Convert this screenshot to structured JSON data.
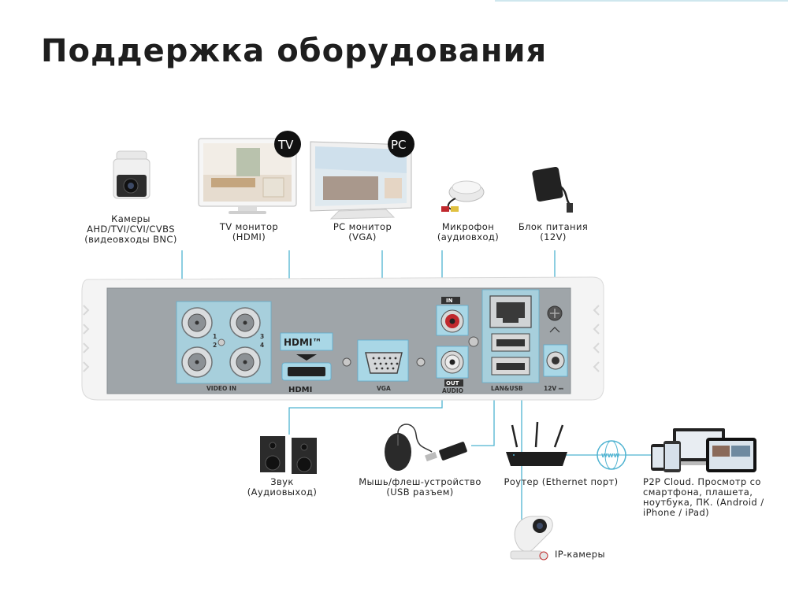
{
  "title": "Поддержка оборудования",
  "badges": {
    "tv": "TV",
    "pc": "PC"
  },
  "devices": {
    "cameras": [
      "Камеры",
      "AHD/TVI/CVI/CVBS",
      "(видеовходы BNC)"
    ],
    "tv_monitor": [
      "TV монитор",
      "(HDMI)"
    ],
    "pc_monitor": [
      "PC монитор",
      "(VGA)"
    ],
    "microphone": [
      "Микрофон",
      "(аудиовход)"
    ],
    "power": [
      "Блок питания",
      "(12V)"
    ],
    "sound": [
      "Звук",
      "(Аудиовыход)"
    ],
    "mouse": [
      "Мышь/флеш-устройство",
      "(USB разъем)"
    ],
    "router": [
      "Роутер (Ethernet порт)"
    ],
    "cloud": [
      "P2P Cloud. Просмотр со",
      "смартфона, плашета,",
      "ноутбука, ПК. (Android /",
      "iPhone / iPad)"
    ],
    "ip_cameras": [
      "IP-камеры"
    ]
  },
  "panel_labels": {
    "video_in": "VIDEO IN",
    "hdmi_top": "HDMI™",
    "hdmi_bottom": "HDMI",
    "vga": "VGA",
    "audio": "AUDIO",
    "in": "IN",
    "out": "OUT",
    "lan_usb": "LAN&USB",
    "power": "12V ⎓",
    "ch1": "1",
    "ch2": "2",
    "ch3": "3",
    "ch4": "4"
  },
  "cloud_icon_text": "WWW",
  "colors": {
    "accent": "#4fb3d1",
    "highlight": "#a9d7e6",
    "panel": "#9aa0a4",
    "case": "#f2f2f2"
  }
}
